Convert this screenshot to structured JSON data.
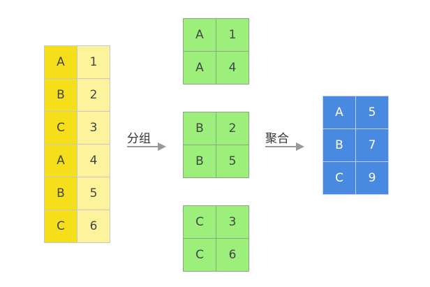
{
  "source_table": {
    "rows": [
      {
        "key": "A",
        "value": "1"
      },
      {
        "key": "B",
        "value": "2"
      },
      {
        "key": "C",
        "value": "3"
      },
      {
        "key": "A",
        "value": "4"
      },
      {
        "key": "B",
        "value": "5"
      },
      {
        "key": "C",
        "value": "6"
      }
    ]
  },
  "groups": [
    {
      "rows": [
        {
          "key": "A",
          "value": "1"
        },
        {
          "key": "A",
          "value": "4"
        }
      ]
    },
    {
      "rows": [
        {
          "key": "B",
          "value": "2"
        },
        {
          "key": "B",
          "value": "5"
        }
      ]
    },
    {
      "rows": [
        {
          "key": "C",
          "value": "3"
        },
        {
          "key": "C",
          "value": "6"
        }
      ]
    }
  ],
  "steps": {
    "group_label": "分组",
    "aggregate_label": "聚合"
  },
  "result_table": {
    "rows": [
      {
        "key": "A",
        "value": "5"
      },
      {
        "key": "B",
        "value": "7"
      },
      {
        "key": "C",
        "value": "9"
      }
    ]
  },
  "colors": {
    "source_key": "#f5de1a",
    "source_value": "#fcf39c",
    "group_cell": "#9def7b",
    "result_cell": "#4a89e0",
    "arrow": "#999999"
  }
}
